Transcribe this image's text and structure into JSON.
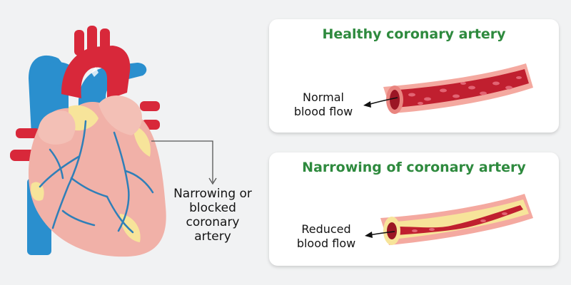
{
  "callout": {
    "label_lines": [
      "Narrowing or",
      "blocked",
      "coronary",
      "artery"
    ]
  },
  "panels": [
    {
      "title": "Healthy coronary artery",
      "label_lines": [
        "Normal",
        "blood flow"
      ]
    },
    {
      "title": "Narrowing of coronary artery",
      "label_lines": [
        "Reduced",
        "blood flow"
      ]
    }
  ],
  "colors": {
    "title_green": "#2e8a3e",
    "vessel_blue": "#2a8fce",
    "aorta_red": "#d8283a",
    "heart_pink": "#f1b1a8",
    "plaque_yellow": "#f7e49a",
    "blood_dark": "#b51e2e"
  }
}
